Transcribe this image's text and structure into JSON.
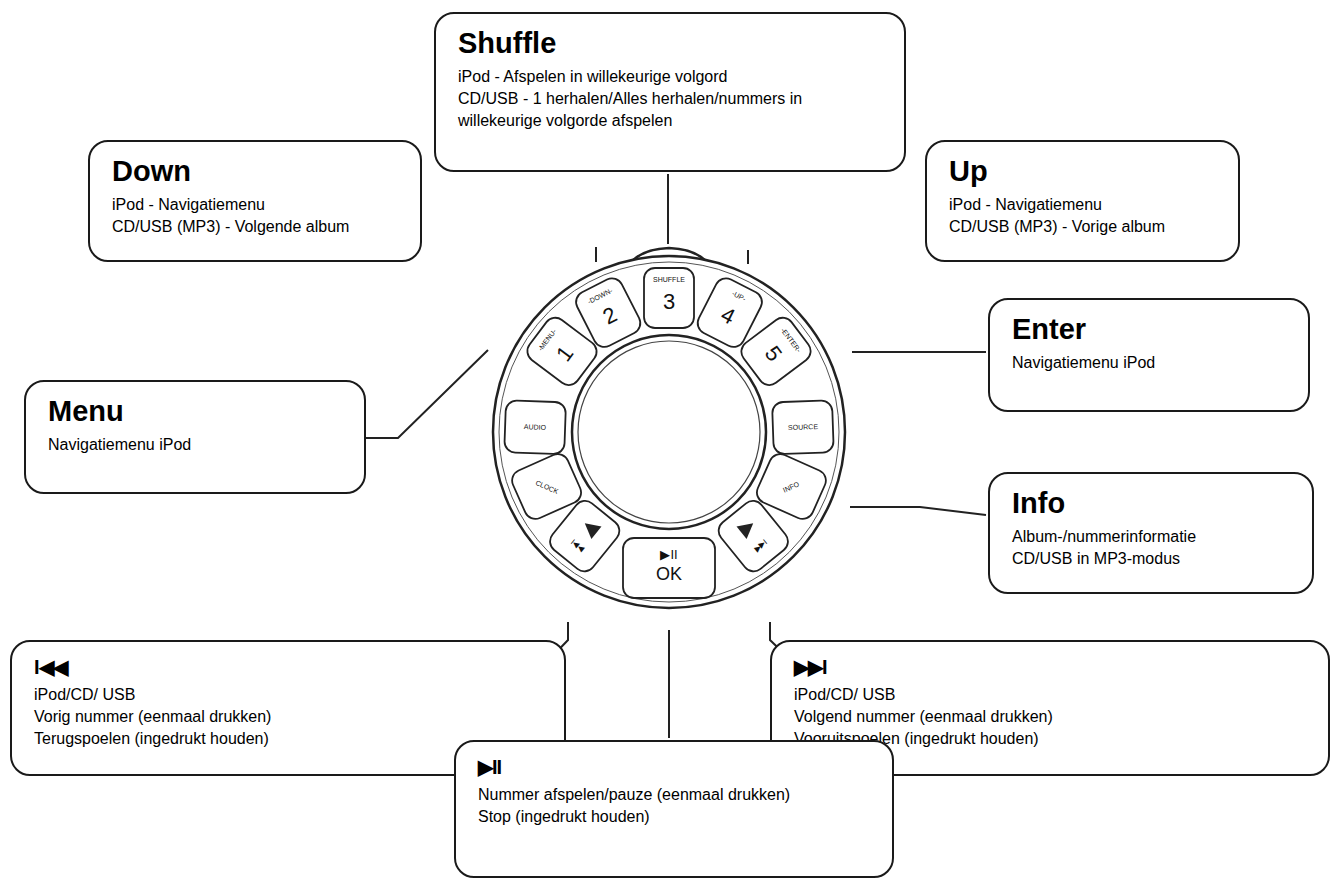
{
  "diagram": {
    "nodes": [
      {
        "text": [
          "Shuffle",
          "iPod - Afspelen in willekeurige volgord",
          "CD/USB - 1 herhalen/Alles herhalen/nummers in willekeurige volgorde afspelen"
        ]
      },
      {
        "text": [
          "Down",
          "iPod - Navigatiemenu",
          "CD/USB (MP3) - Volgende album"
        ]
      },
      {
        "text": [
          "Up",
          "iPod - Navigatiemenu",
          "CD/USB (MP3) - Vorige album"
        ]
      },
      {
        "text": [
          "Menu",
          "Navigatiemenu iPod"
        ]
      },
      {
        "text": [
          "Enter",
          "Navigatiemenu iPod"
        ]
      },
      {
        "text": [
          "Info",
          "Album-/nummerinformatie",
          "CD/USB in MP3-modus"
        ]
      },
      {
        "text": [
          "I◀◀",
          "iPod/CD/ USB",
          "Vorig nummer (eenmaal drukken)",
          "Terugspoelen (ingedrukt houden)"
        ]
      },
      {
        "text": [
          "▶▶I",
          "iPod/CD/ USB",
          "Volgend nummer (eenmaal drukken)",
          "Vooruitspoelen (ingedrukt houden)"
        ]
      },
      {
        "text": [
          "▶II",
          "Nummer afspelen/pauze (eenmaal drukken)",
          "Stop (ingedrukt houden)"
        ]
      }
    ],
    "labels": [
      "-MENU-",
      "1",
      "-DOWN-",
      "2",
      "SHUFFLE",
      "3",
      "-UP-",
      "4",
      "-ENTER-",
      "5",
      "AUDIO",
      "SOURCE",
      "CLOCK",
      "INFO",
      "I◀◀",
      "▶▶I",
      "▶II",
      "OK"
    ]
  }
}
